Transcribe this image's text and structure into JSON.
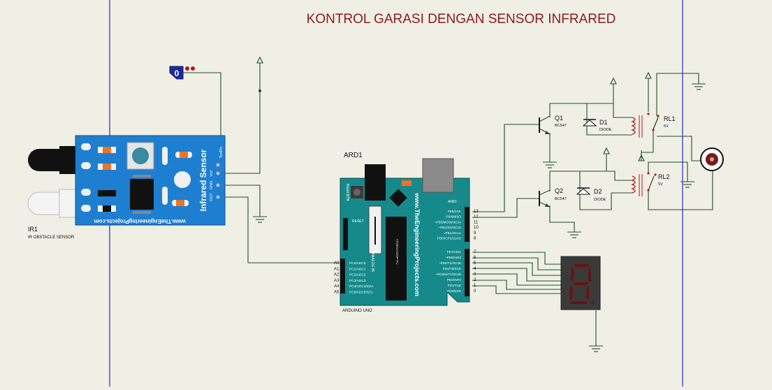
{
  "title": "KONTROL GARASI DENGAN SENSOR INFRARED",
  "colors": {
    "background": "#f0efe5",
    "wire": "#1f4f2a",
    "title": "#8b1a1a",
    "border": "#5050c0",
    "sensor_board": "#1e7fd0",
    "arduino": "#168a8a",
    "segment_display": "#3a3a3a",
    "segment_off": "#6b1010"
  },
  "logic_probe": {
    "value": "0"
  },
  "ir_sensor": {
    "ref": "IR1",
    "part": "IR OBSTACLE SENSOR",
    "name": "Infrared Sensor",
    "site": "www.TheEngineeringProjects.com",
    "pins": [
      "TestPin",
      "Vcc",
      "GND",
      "OUT"
    ]
  },
  "arduino": {
    "ref": "ARD1",
    "part": "ARDUINO UNO",
    "site": "www.TheEngineeringProjects.com",
    "reset_btn": "Reset BTN",
    "reset_label": "RESET",
    "analog_in": "ANALOG IN",
    "chip": "ATMEGA328P-PU",
    "aref": "AREF",
    "analog_pins": [
      "A0",
      "A1",
      "A2",
      "A3",
      "A4",
      "A5"
    ],
    "analog_labels": [
      "PC0/ADC0",
      "PC1/ADC1",
      "PC2/ADC2",
      "PC3/ADC3",
      "PC4/ADC4/SDA",
      "PC5/ADC5/SCL"
    ],
    "digital_hi_pins": [
      "13",
      "12",
      "11",
      "10",
      "9",
      "8"
    ],
    "digital_hi_labels": [
      "PB5/SCK",
      "PB4/MISO",
      "~PB3/MOSI/OC2A",
      "~PB2/SS/OC1B",
      "~PB1/OC1A",
      "PB0/ICP1/CLKO"
    ],
    "digital_lo_pins": [
      "7",
      "6",
      "5",
      "4",
      "3",
      "2",
      "1",
      "0"
    ],
    "digital_lo_labels": [
      "PD7/AIN1",
      "~PD6/AIN0",
      "~PD5/T1/OC0B",
      "PD4/T0/XCK",
      "~PD3/INT1/OC2B",
      "PD2/INT0",
      "PD1/TXD",
      "PD0/RXD"
    ]
  },
  "transistors": [
    {
      "ref": "Q1",
      "part": "BC547"
    },
    {
      "ref": "Q2",
      "part": "BC547"
    }
  ],
  "diodes": [
    {
      "ref": "D1",
      "part": "DIODE"
    },
    {
      "ref": "D2",
      "part": "DIODE"
    }
  ],
  "relays": [
    {
      "ref": "RL1",
      "part": "5V"
    },
    {
      "ref": "RL2",
      "part": "5V"
    }
  ]
}
